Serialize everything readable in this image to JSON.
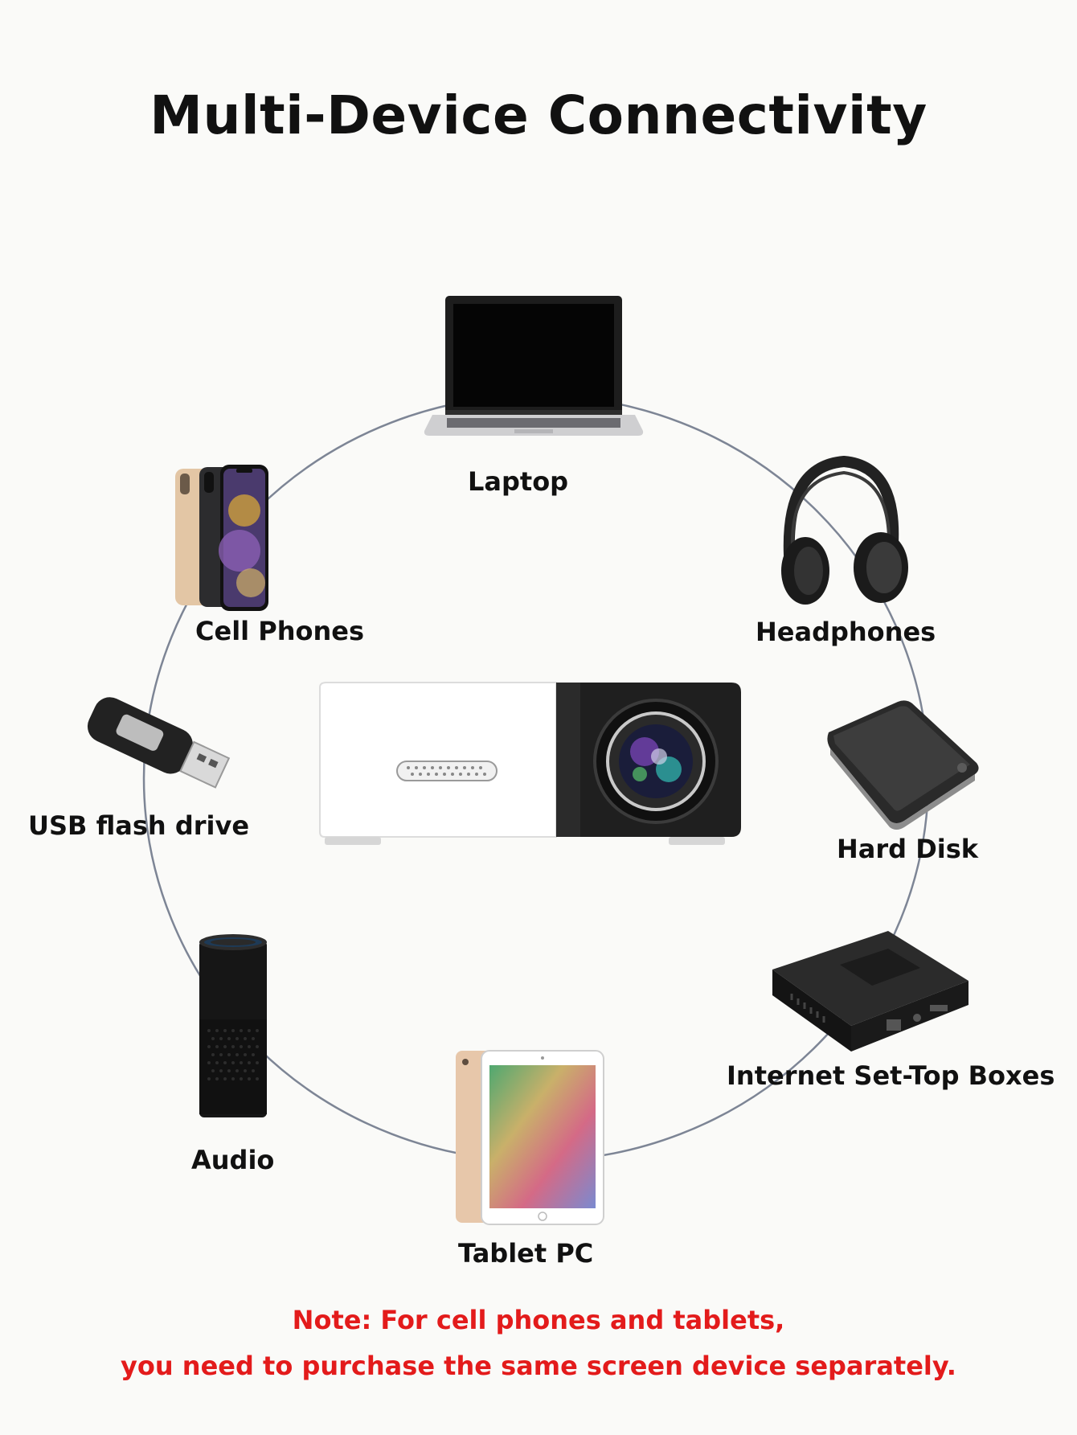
{
  "title": "Multi-Device Connectivity",
  "center_device": {
    "icon": "projector-icon"
  },
  "devices": [
    {
      "label": "Laptop",
      "icon": "laptop-icon"
    },
    {
      "label": "Cell Phones",
      "icon": "cell-phone-icon"
    },
    {
      "label": "Headphones",
      "icon": "headphones-icon"
    },
    {
      "label": "USB flash drive",
      "icon": "usb-flash-drive-icon"
    },
    {
      "label": "Hard Disk",
      "icon": "hard-disk-icon"
    },
    {
      "label": "Audio",
      "icon": "smart-speaker-icon"
    },
    {
      "label": "Internet Set-Top Boxes",
      "icon": "set-top-box-icon"
    },
    {
      "label": "Tablet PC",
      "icon": "tablet-icon"
    }
  ],
  "note": {
    "line1": "Note: For cell phones and tablets,",
    "line2": "you need to purchase the same screen device separately."
  },
  "colors": {
    "title": "#111111",
    "note": "#e31b1b",
    "ring": "#7d8595"
  }
}
